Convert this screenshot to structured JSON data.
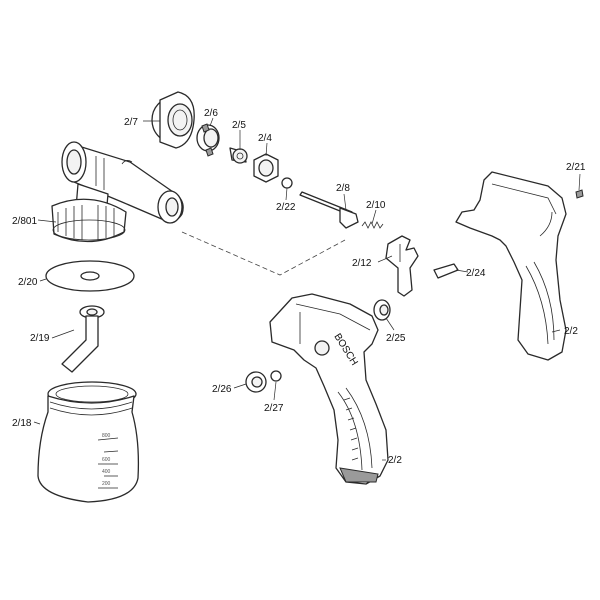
{
  "diagram": {
    "labels": [
      {
        "id": "2_7",
        "text": "2/7"
      },
      {
        "id": "2_6",
        "text": "2/6"
      },
      {
        "id": "2_5",
        "text": "2/5"
      },
      {
        "id": "2_4",
        "text": "2/4"
      },
      {
        "id": "2_22",
        "text": "2/22"
      },
      {
        "id": "2_8",
        "text": "2/8"
      },
      {
        "id": "2_10",
        "text": "2/10"
      },
      {
        "id": "2_12",
        "text": "2/12"
      },
      {
        "id": "2_24",
        "text": "2/24"
      },
      {
        "id": "2_21",
        "text": "2/21"
      },
      {
        "id": "2_2_right",
        "text": "2/2"
      },
      {
        "id": "2_801",
        "text": "2/801"
      },
      {
        "id": "2_20",
        "text": "2/20"
      },
      {
        "id": "2_19",
        "text": "2/19"
      },
      {
        "id": "2_18",
        "text": "2/18"
      },
      {
        "id": "2_25",
        "text": "2/25"
      },
      {
        "id": "2_26",
        "text": "2/26"
      },
      {
        "id": "2_27",
        "text": "2/27"
      },
      {
        "id": "2_2_bottom",
        "text": "2/2"
      }
    ],
    "container_scale": [
      "800",
      "600",
      "400",
      "200"
    ],
    "brand_text": "BOSCH"
  }
}
